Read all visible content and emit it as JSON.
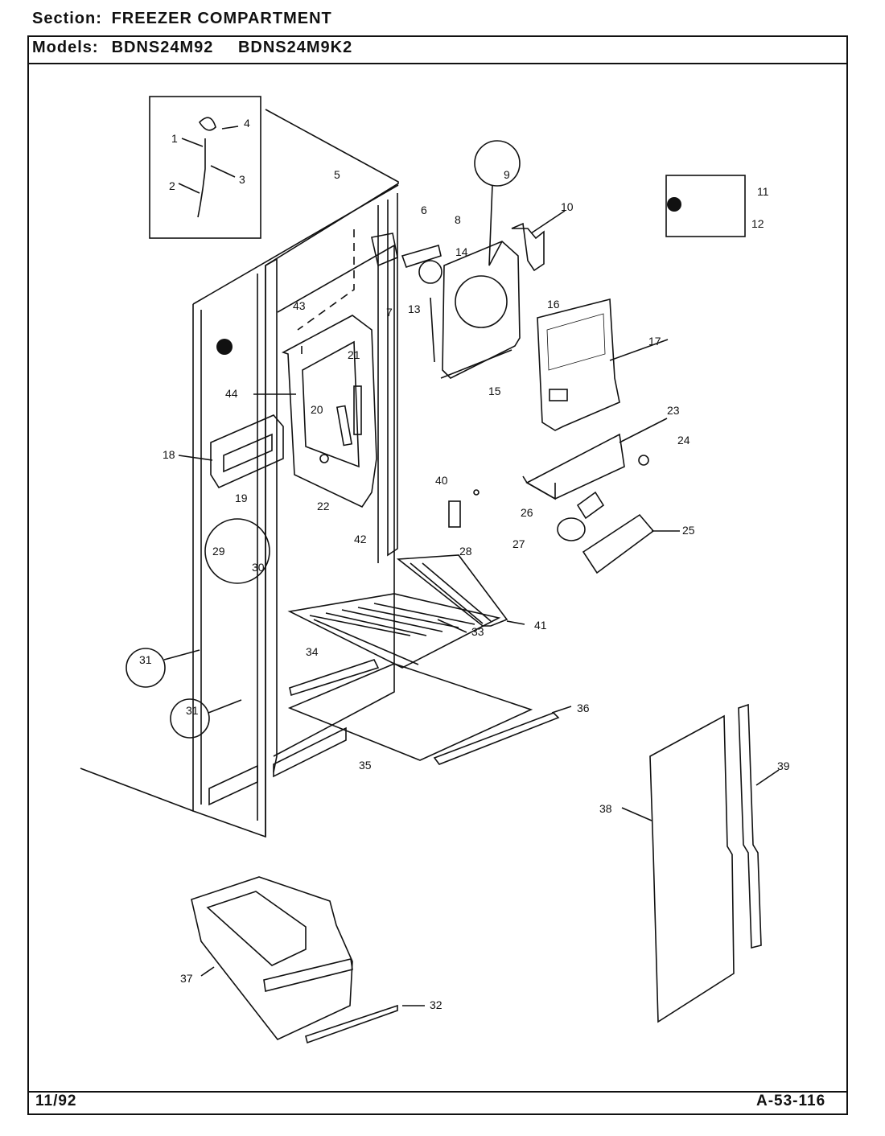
{
  "header": {
    "section_label": "Section:",
    "section_value": "FREEZER COMPARTMENT",
    "models_label": "Models:",
    "models": [
      "BDNS24M92",
      "BDNS24M9K2"
    ]
  },
  "footer": {
    "date": "11/92",
    "code": "A-53-116"
  },
  "callouts": [
    "1",
    "2",
    "3",
    "4",
    "5",
    "6",
    "7",
    "8",
    "9",
    "10",
    "11",
    "12",
    "13",
    "14",
    "15",
    "16",
    "17",
    "18",
    "19",
    "20",
    "21",
    "22",
    "23",
    "24",
    "25",
    "26",
    "27",
    "28",
    "29",
    "30",
    "31",
    "31",
    "32",
    "33",
    "34",
    "35",
    "36",
    "37",
    "38",
    "39",
    "40",
    "41",
    "42",
    "43",
    "44"
  ]
}
